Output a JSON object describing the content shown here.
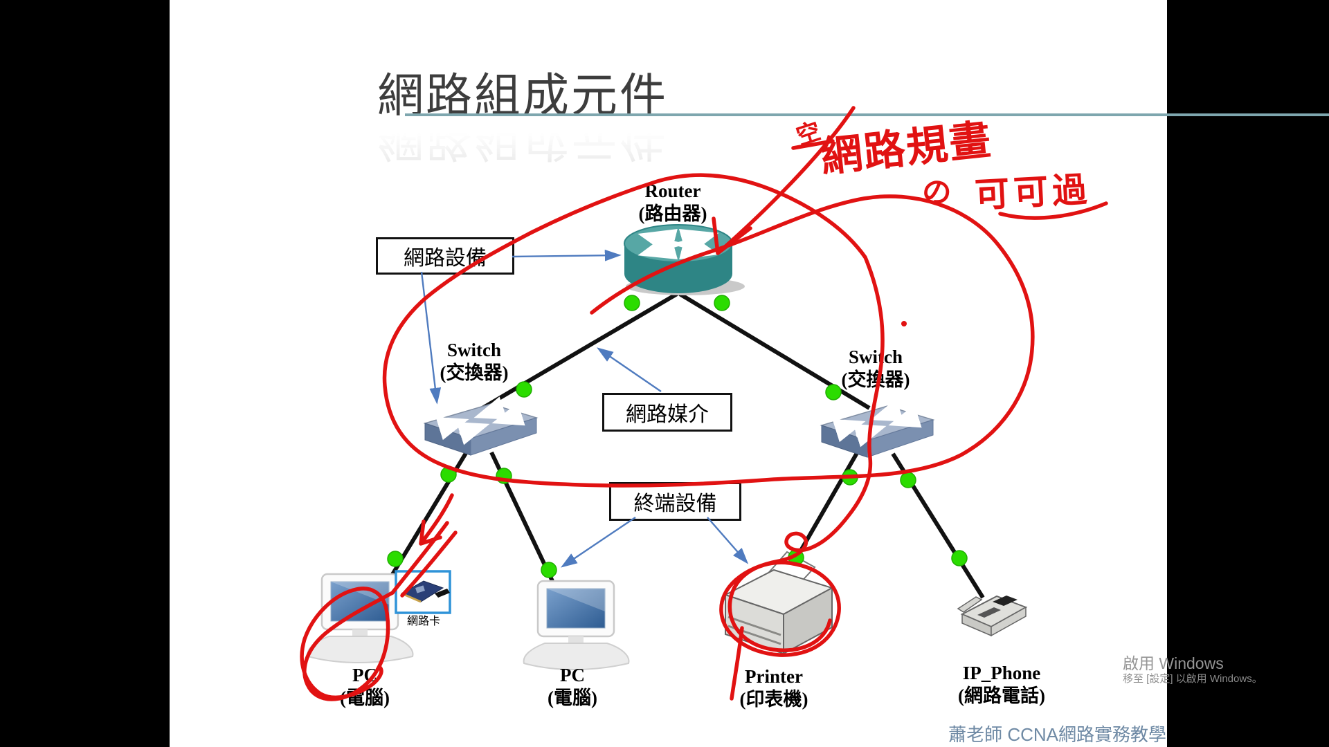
{
  "title": {
    "text": "網路組成元件"
  },
  "credit": {
    "text": "蕭老師 CCNA網路實務教學"
  },
  "watermark": {
    "line1": "啟用 Windows",
    "line2": "移至 [設定] 以啟用 Windows。"
  },
  "callouts": {
    "network_devices": {
      "label": "網路設備"
    },
    "network_media": {
      "label": "網路媒介"
    },
    "terminal_devices": {
      "label": "終端設備"
    }
  },
  "devices": {
    "router": {
      "en": "Router",
      "zh": "(路由器)"
    },
    "switch_left": {
      "en": "Switch",
      "zh": "(交換器)"
    },
    "switch_right": {
      "en": "Switch",
      "zh": "(交換器)"
    },
    "pc_left": {
      "en": "PC",
      "zh": "(電腦)"
    },
    "pc_center": {
      "en": "PC",
      "zh": "(電腦)"
    },
    "printer": {
      "en": "Printer",
      "zh": "(印表機)"
    },
    "ip_phone": {
      "en": "IP_Phone",
      "zh": "(網路電話)"
    },
    "nic": {
      "label": "網路卡"
    }
  },
  "ink_notes": {
    "small_note": "空",
    "line1": "網路規畫",
    "marker": "の",
    "line2": "可可過"
  },
  "colors": {
    "ink_red": "#e11212",
    "link_black": "#111111",
    "node_green": "#2bdc00",
    "callout_blue": "#4f7bbf",
    "router_teal": "#2e8585",
    "switch_blue_gray": "#7b90b0",
    "title_rule_teal": "#7ea6ae",
    "title_gray": "#3d3d3d",
    "credit_blue_gray": "#6e89a4"
  }
}
